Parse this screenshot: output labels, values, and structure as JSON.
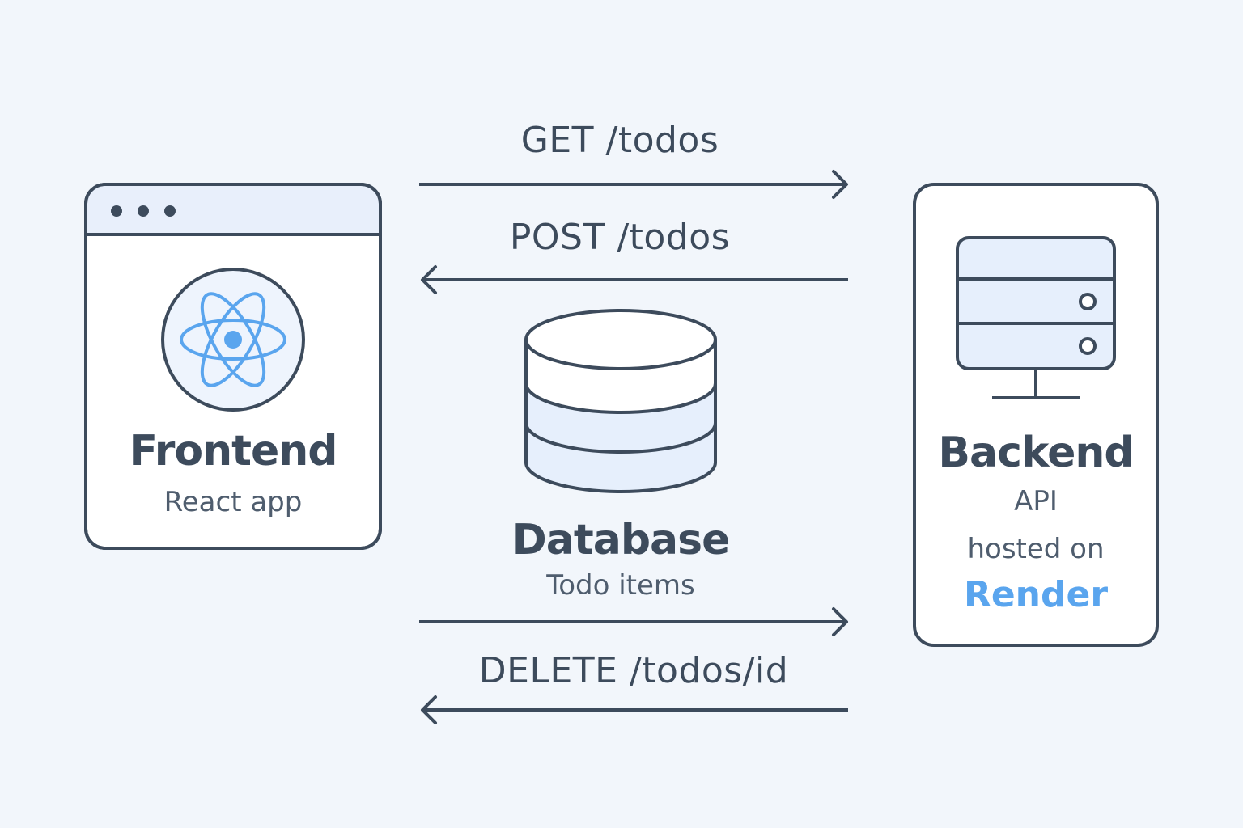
{
  "colors": {
    "background": "#f2f6fb",
    "stroke": "#3d4b5c",
    "accent": "#5aa5ee",
    "fill_light": "#e6effc"
  },
  "frontend": {
    "title": "Frontend",
    "subtitle": "React app",
    "icon": "react-atom-icon",
    "window_dots": 3
  },
  "database": {
    "title": "Database",
    "subtitle": "Todo items",
    "icon": "database-cylinder-icon"
  },
  "backend": {
    "title": "Backend",
    "subtitle": "API",
    "hosted_label": "hosted on",
    "host_name": "Render",
    "icon": "server-monitor-icon"
  },
  "requests": [
    {
      "label": "GET /todos",
      "direction": "right"
    },
    {
      "label": "POST /todos",
      "direction": "left"
    },
    {
      "label": "",
      "direction": "right"
    },
    {
      "label": "DELETE /todos/id",
      "direction": "left"
    }
  ]
}
